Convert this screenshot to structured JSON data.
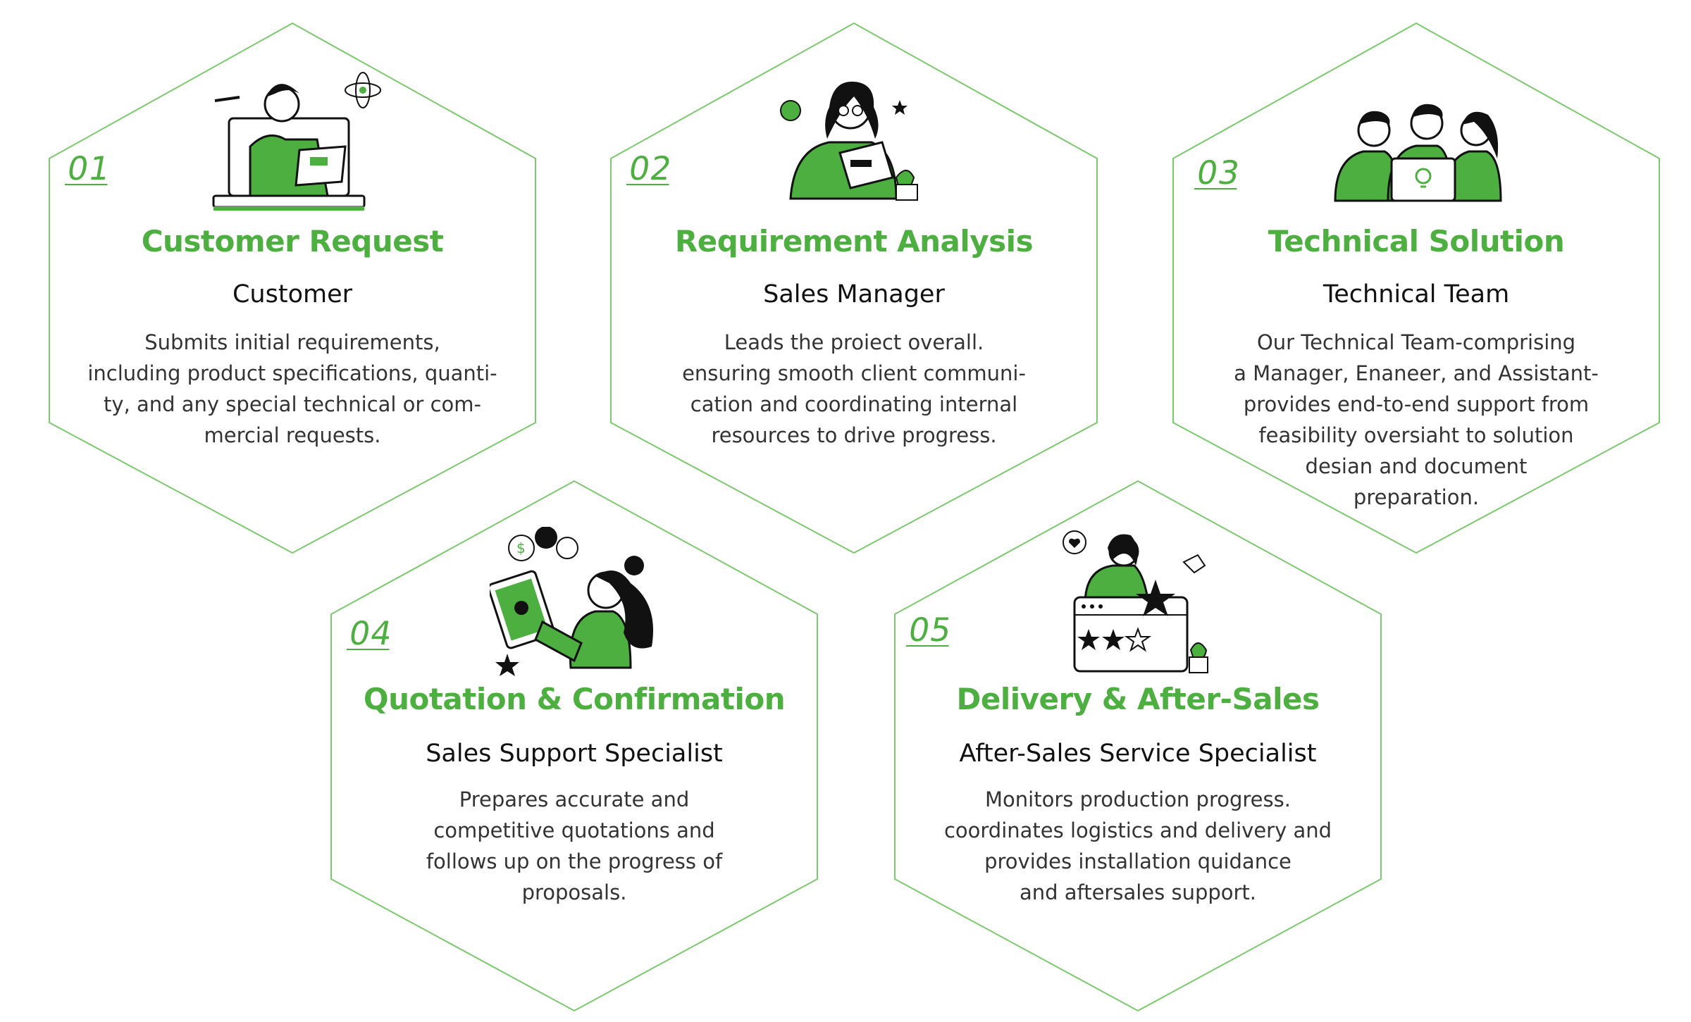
{
  "colors": {
    "accent": "#4caf3f",
    "hex_stroke": "#7cc86e",
    "text_dark": "#111111",
    "text_body": "#333333"
  },
  "steps": [
    {
      "number": "01",
      "title": "Customer Request",
      "role": "Customer",
      "description": [
        "Submits initial requirements,",
        "including product specifications, quanti-",
        "ty, and any special technical or com-",
        "mercial requests."
      ],
      "illustration": "customer-laptop-illustration"
    },
    {
      "number": "02",
      "title": "Requirement Analysis",
      "role": "Sales Manager",
      "description": [
        "Leads the proiect overall.",
        "ensuring smooth client communi-",
        "cation and coordinating internal",
        "resources to drive progress."
      ],
      "illustration": "sales-manager-reading-illustration"
    },
    {
      "number": "03",
      "title": "Technical Solution",
      "role": "Technical Team",
      "description": [
        "Our Technical Team-comprising",
        "a Manager, Enaneer, and Assistant-",
        "provides end-to-end support from",
        "feasibility oversiaht to solution",
        "desian and document",
        "preparation."
      ],
      "illustration": "technical-team-illustration"
    },
    {
      "number": "04",
      "title": "Quotation & Confirmation",
      "role": "Sales Support Specialist",
      "description": [
        "Prepares accurate and",
        "competitive quotations and",
        "follows up on the progress of",
        "proposals."
      ],
      "illustration": "sales-support-tablet-illustration"
    },
    {
      "number": "05",
      "title": "Delivery & After-Sales",
      "role": "After-Sales Service Specialist",
      "description": [
        "Monitors production progress.",
        "coordinates logistics and delivery and",
        "provides installation quidance",
        "and aftersales support."
      ],
      "illustration": "after-sales-rating-illustration"
    }
  ]
}
